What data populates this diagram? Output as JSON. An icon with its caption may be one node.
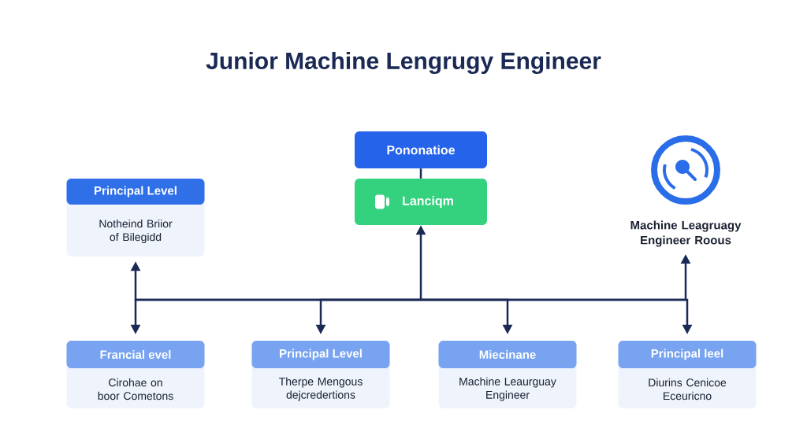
{
  "diagram": {
    "title": "Junior Machine Lengrugy Engineer",
    "nodes": [
      {
        "text": [
          "Principal Level",
          "Notheind Briior of Bilegidd"
        ]
      },
      {
        "text": [
          "Pononatioe"
        ]
      },
      {
        "text": [
          "Lanciqm"
        ]
      },
      {
        "text": [
          "Machine Leagruagy Engineer Roous"
        ]
      },
      {
        "text": [
          "Francial evel",
          "Cirohae on boor Cometons"
        ]
      },
      {
        "text": [
          "Principal Level",
          "Therpe Mengous dejcredertions"
        ]
      },
      {
        "text": [
          "Miecinane",
          "Machine Leaurguay Engineer"
        ]
      },
      {
        "text": [
          "Principal leel",
          "Diurins Cenicoe Eceuricno"
        ]
      }
    ],
    "edges": [
      {
        "from": 1,
        "to": 2,
        "arrow": "none"
      },
      {
        "from": 2,
        "to": 0,
        "arrow": "both"
      },
      {
        "from": 2,
        "to": 4,
        "arrow": "both"
      },
      {
        "from": 2,
        "to": 5,
        "arrow": "both"
      },
      {
        "from": 2,
        "to": 6,
        "arrow": "both"
      },
      {
        "from": 2,
        "to": 7,
        "arrow": "both"
      },
      {
        "from": 2,
        "to": 3,
        "arrow": "both"
      }
    ]
  }
}
